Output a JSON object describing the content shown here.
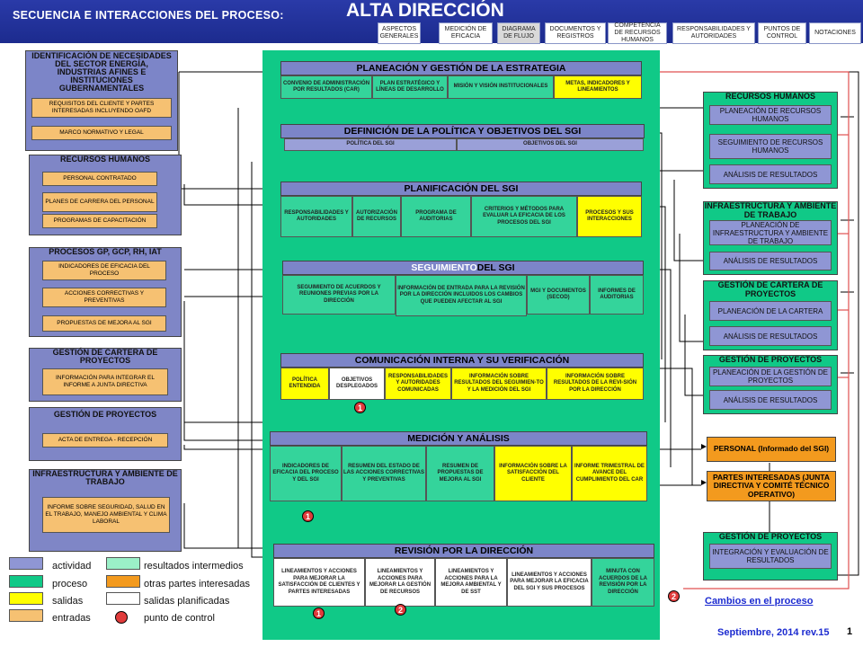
{
  "header": {
    "title": "SECUENCIA E INTERACCIONES DEL PROCESO:",
    "subtitle": "ALTA DIRECCIÓN",
    "tabs": [
      "ASPECTOS GENERALES",
      "MEDICIÓN DE EFICACIA",
      "DIAGRAMA DE FLUJO",
      "DOCUMENTOS Y REGISTROS",
      "COMPETENCIA DE RECURSOS HUMANOS",
      "RESPONSABILIDADES Y AUTORIDADES",
      "PUNTOS DE CONTROL",
      "NOTACIONES"
    ]
  },
  "left": {
    "p1": {
      "title": "IDENTIFICACIÓN DE NECESIDADES DEL SECTOR ENERGÍA, INDUSTRIAS AFINES E INSTITUCIONES GUBERNAMENTALES",
      "items": [
        "REQUISITOS DEL CLIENTE Y PARTES INTERESADAS INCLUYENDO OAFD",
        "MARCO NORMATIVO Y LEGAL"
      ]
    },
    "p2": {
      "title": "RECURSOS HUMANOS",
      "items": [
        "PERSONAL CONTRATADO",
        "PLANES DE CARRERA DEL PERSONAL",
        "PROGRAMAS DE CAPACITACIÓN"
      ]
    },
    "p3": {
      "title": "PROCESOS GP, GCP, RH, IAT",
      "items": [
        "INDICADORES DE EFICACIA DEL PROCESO",
        "ACCIONES CORRECTIVAS Y PREVENTIVAS",
        "PROPUESTAS DE MEJORA AL SGI"
      ]
    },
    "p4": {
      "title": "GESTIÓN DE CARTERA DE PROYECTOS",
      "items": [
        "INFORMACIÓN PARA INTEGRAR EL INFORME A JUNTA DIRECTIVA"
      ]
    },
    "p5": {
      "title": "GESTIÓN DE PROYECTOS",
      "items": [
        "ACTA DE ENTREGA - RECEPCIÓN"
      ]
    },
    "p6": {
      "title": "INFRAESTRUCTURA Y AMBIENTE DE TRABAJO",
      "items": [
        "INFORME SOBRE SEGURIDAD, SALUD EN EL TRABAJO, MANEJO AMBIENTAL Y CLIMA LABORAL"
      ]
    }
  },
  "center": {
    "b1": {
      "title": "PLANEACIÓN Y GESTIÓN DE LA ESTRATEGIA",
      "cells": [
        "CONVENIO DE ADMINISTRACIÓN POR RESULTADOS (CAR)",
        "PLAN ESTRATÉGICO Y LÍNEAS DE DESARROLLO",
        "MISIÓN Y VISIÓN INSTITUCIONALES",
        "METAS, INDICADORES Y LINEAMIENTOS"
      ]
    },
    "b2": {
      "title": "DEFINICIÓN DE LA POLÍTICA Y OBJETIVOS DEL SGI",
      "cells": [
        "POLÍTICA DEL SGI",
        "OBJETIVOS DEL SGI"
      ]
    },
    "b3": {
      "title": "PLANIFICACIÓN DEL SGI",
      "cells": [
        "RESPONSABILIDADES Y AUTORIDADES",
        "AUTORIZACIÓN DE RECURSOS",
        "PROGRAMA DE AUDITORIAS",
        "CRITERIOS Y MÉTODOS PARA EVALUAR LA EFICACIA DE LOS PROCESOS DEL SGI",
        "PROCESOS Y SUS INTERACCIONES"
      ]
    },
    "b4": {
      "title_a": "SEGUIMIENTO",
      "title_b": " DEL SGI",
      "cells": [
        "SEGUIMIENTO DE ACUERDOS Y REUNIONES PREVIAS POR LA DIRECCIÓN",
        "INFORMACIÓN DE ENTRADA PARA LA REVISIÓN POR LA DIRECCIÓN INCLUIDOS LOS CAMBIOS QUE PUEDEN AFECTAR AL SGI",
        "MGI Y DOCUMENTOS (SECOD)",
        "INFORMES DE AUDITORIAS"
      ]
    },
    "b5": {
      "title": "COMUNICACIÓN INTERNA Y SU VERIFICACIÓN",
      "cells": [
        "POLÍTICA ENTENDIDA",
        "OBJETIVOS DESPLEGADOS",
        "RESPONSABILIDADES Y AUTORIDADES COMUNICADAS",
        "INFORMACIÓN SOBRE RESULTADOS DEL SEGUIMIEN-TO Y LA MEDICIÓN DEL SGI",
        "INFORMACIÓN SOBRE RESULTADOS DE LA REVI-SIÓN POR LA DIRECCIÓN"
      ]
    },
    "b6": {
      "title": "MEDICIÓN Y ANÁLISIS",
      "cells": [
        "INDICADORES DE EFICACIA DEL PROCESO Y DEL SGI",
        "RESUMEN DEL ESTADO DE LAS ACCIONES CORRECTIVAS Y PREVENTIVAS",
        "RESUMEN DE PROPUESTAS DE MEJORA AL SGI",
        "INFORMACIÓN SOBRE LA SATISFACCIÓN DEL CLIENTE",
        "INFORME TRIMESTRAL DE AVANCE DEL CUMPLIMIENTO DEL CAR"
      ]
    },
    "b7": {
      "title": "REVISIÓN POR LA DIRECCIÓN",
      "cells": [
        "LINEAMIENTOS Y ACCIONES PARA MEJORAR LA SATISFACCIÓN DE CLIENTES Y PARTES INTERESADAS",
        "LINEAMIENTOS Y ACCIONES PARA MEJORAR LA GESTIÓN DE RECURSOS",
        "LINEAMIENTOS Y ACCIONES PARA LA MEJORA AMBIENTAL Y DE SST",
        "LINEAMIENTOS Y ACCIONES PARA MEJORAR LA EFICACIA DEL SGI Y SUS PROCESOS",
        "MINUTA CON ACUERDOS DE LA REVISIÓN POR LA DIRECCIÓN"
      ]
    }
  },
  "right": {
    "r1": {
      "title": "RECURSOS HUMANOS",
      "items": [
        "PLANEACIÓN DE RECURSOS HUMANOS",
        "SEGUIMIENTO DE RECURSOS HUMANOS",
        "ANÁLISIS DE RESULTADOS"
      ]
    },
    "r2": {
      "title": "INFRAESTRUCTURA Y AMBIENTE DE TRABAJO",
      "items": [
        "PLANEACIÓN DE INFRAESTRUCTURA Y AMBIENTE DE TRABAJO",
        "ANÁLISIS DE RESULTADOS"
      ]
    },
    "r3": {
      "title": "GESTIÓN DE CARTERA DE PROYECTOS",
      "items": [
        "PLANEACIÓN DE LA CARTERA",
        "ANÁLISIS DE RESULTADOS"
      ]
    },
    "r4": {
      "title": "GESTIÓN DE PROYECTOS",
      "items": [
        "PLANEACIÓN DE LA GESTIÓN DE PROYECTOS",
        "ANÁLISIS DE RESULTADOS"
      ]
    },
    "o1": "PERSONAL (Informado del SGI)",
    "o2": "PARTES INTERESADAS (JUNTA DIRECTIVA Y COMITÉ TÉCNICO OPERATIVO)",
    "r5": {
      "title": "GESTIÓN DE PROYECTOS",
      "items": [
        "INTEGRACIÓN Y EVALUACIÓN DE RESULTADOS"
      ]
    }
  },
  "control_points": [
    "1",
    "1",
    "2",
    "1",
    "2"
  ],
  "legend": {
    "actividad": "actividad",
    "proceso": "proceso",
    "salidas": "salidas",
    "entradas": "entradas",
    "resultados": "resultados intermedios",
    "otras": "otras partes interesadas",
    "planificadas": "salidas planificadas",
    "punto": "punto de control"
  },
  "footer": {
    "link": "Cambios en el proceso",
    "date": "Septiembre, 2014 rev.15",
    "page": "1"
  },
  "colors": {
    "header": "#1c2b8e",
    "process": "#7c85c8",
    "activity": "#10c987",
    "output": "#ffff00",
    "input": "#f6c172",
    "other": "#f39a1e",
    "control": "#e03b3b"
  }
}
